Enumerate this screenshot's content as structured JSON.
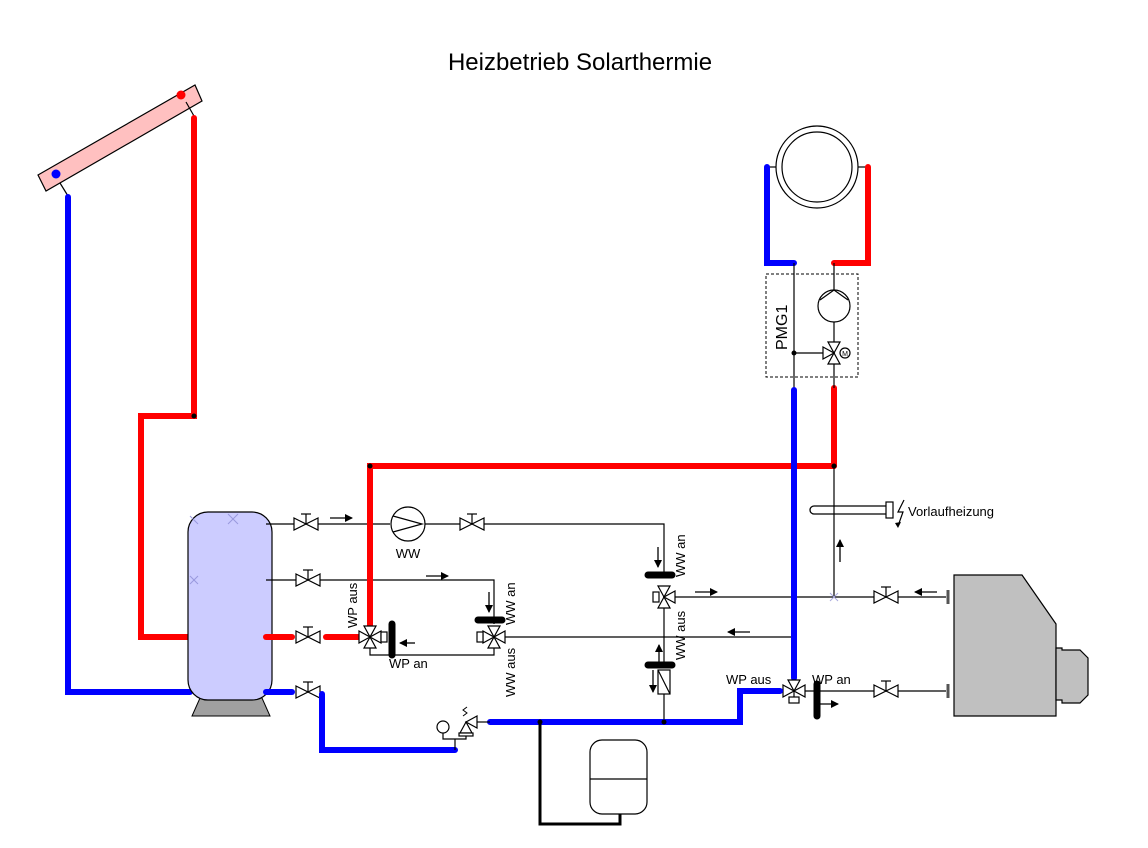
{
  "title": "Heizbetrieb Solarthermie",
  "labels": {
    "pump_ww": "WW",
    "pmg": "PMG1",
    "vorlaufheizung": "Vorlaufheizung",
    "valve_left_wp_aus": "WP aus",
    "valve_left_wp_an": "WP an",
    "valve_mid_ww_an": "WW an",
    "valve_mid_ww_aus": "WW aus",
    "valve_right_ww_an": "WW an",
    "valve_right_ww_aus": "WW aus",
    "valve_bottom_wp_aus": "WP aus",
    "valve_bottom_wp_an": "WP an"
  },
  "components": [
    {
      "id": "solar-collector",
      "name": "Solar collector"
    },
    {
      "id": "buffer-tank",
      "name": "Buffer storage tank"
    },
    {
      "id": "heat-pump",
      "name": "Heat pump"
    },
    {
      "id": "radiator",
      "name": "Heating circuit / radiator"
    },
    {
      "id": "expansion-vessel",
      "name": "Expansion vessel"
    },
    {
      "id": "pump-ww",
      "name": "Hot water pump"
    },
    {
      "id": "pmg1",
      "name": "Pump mixer group PMG1"
    },
    {
      "id": "flow-heater",
      "name": "Flow heater"
    }
  ],
  "colors": {
    "hot": "#ff0000",
    "cold": "#0000ff",
    "tank_fill": "#ccccff",
    "collector_fill": "#ffc0c0",
    "heatpump_fill": "#c0c0c0",
    "tank_base": "#a0a0a0"
  }
}
